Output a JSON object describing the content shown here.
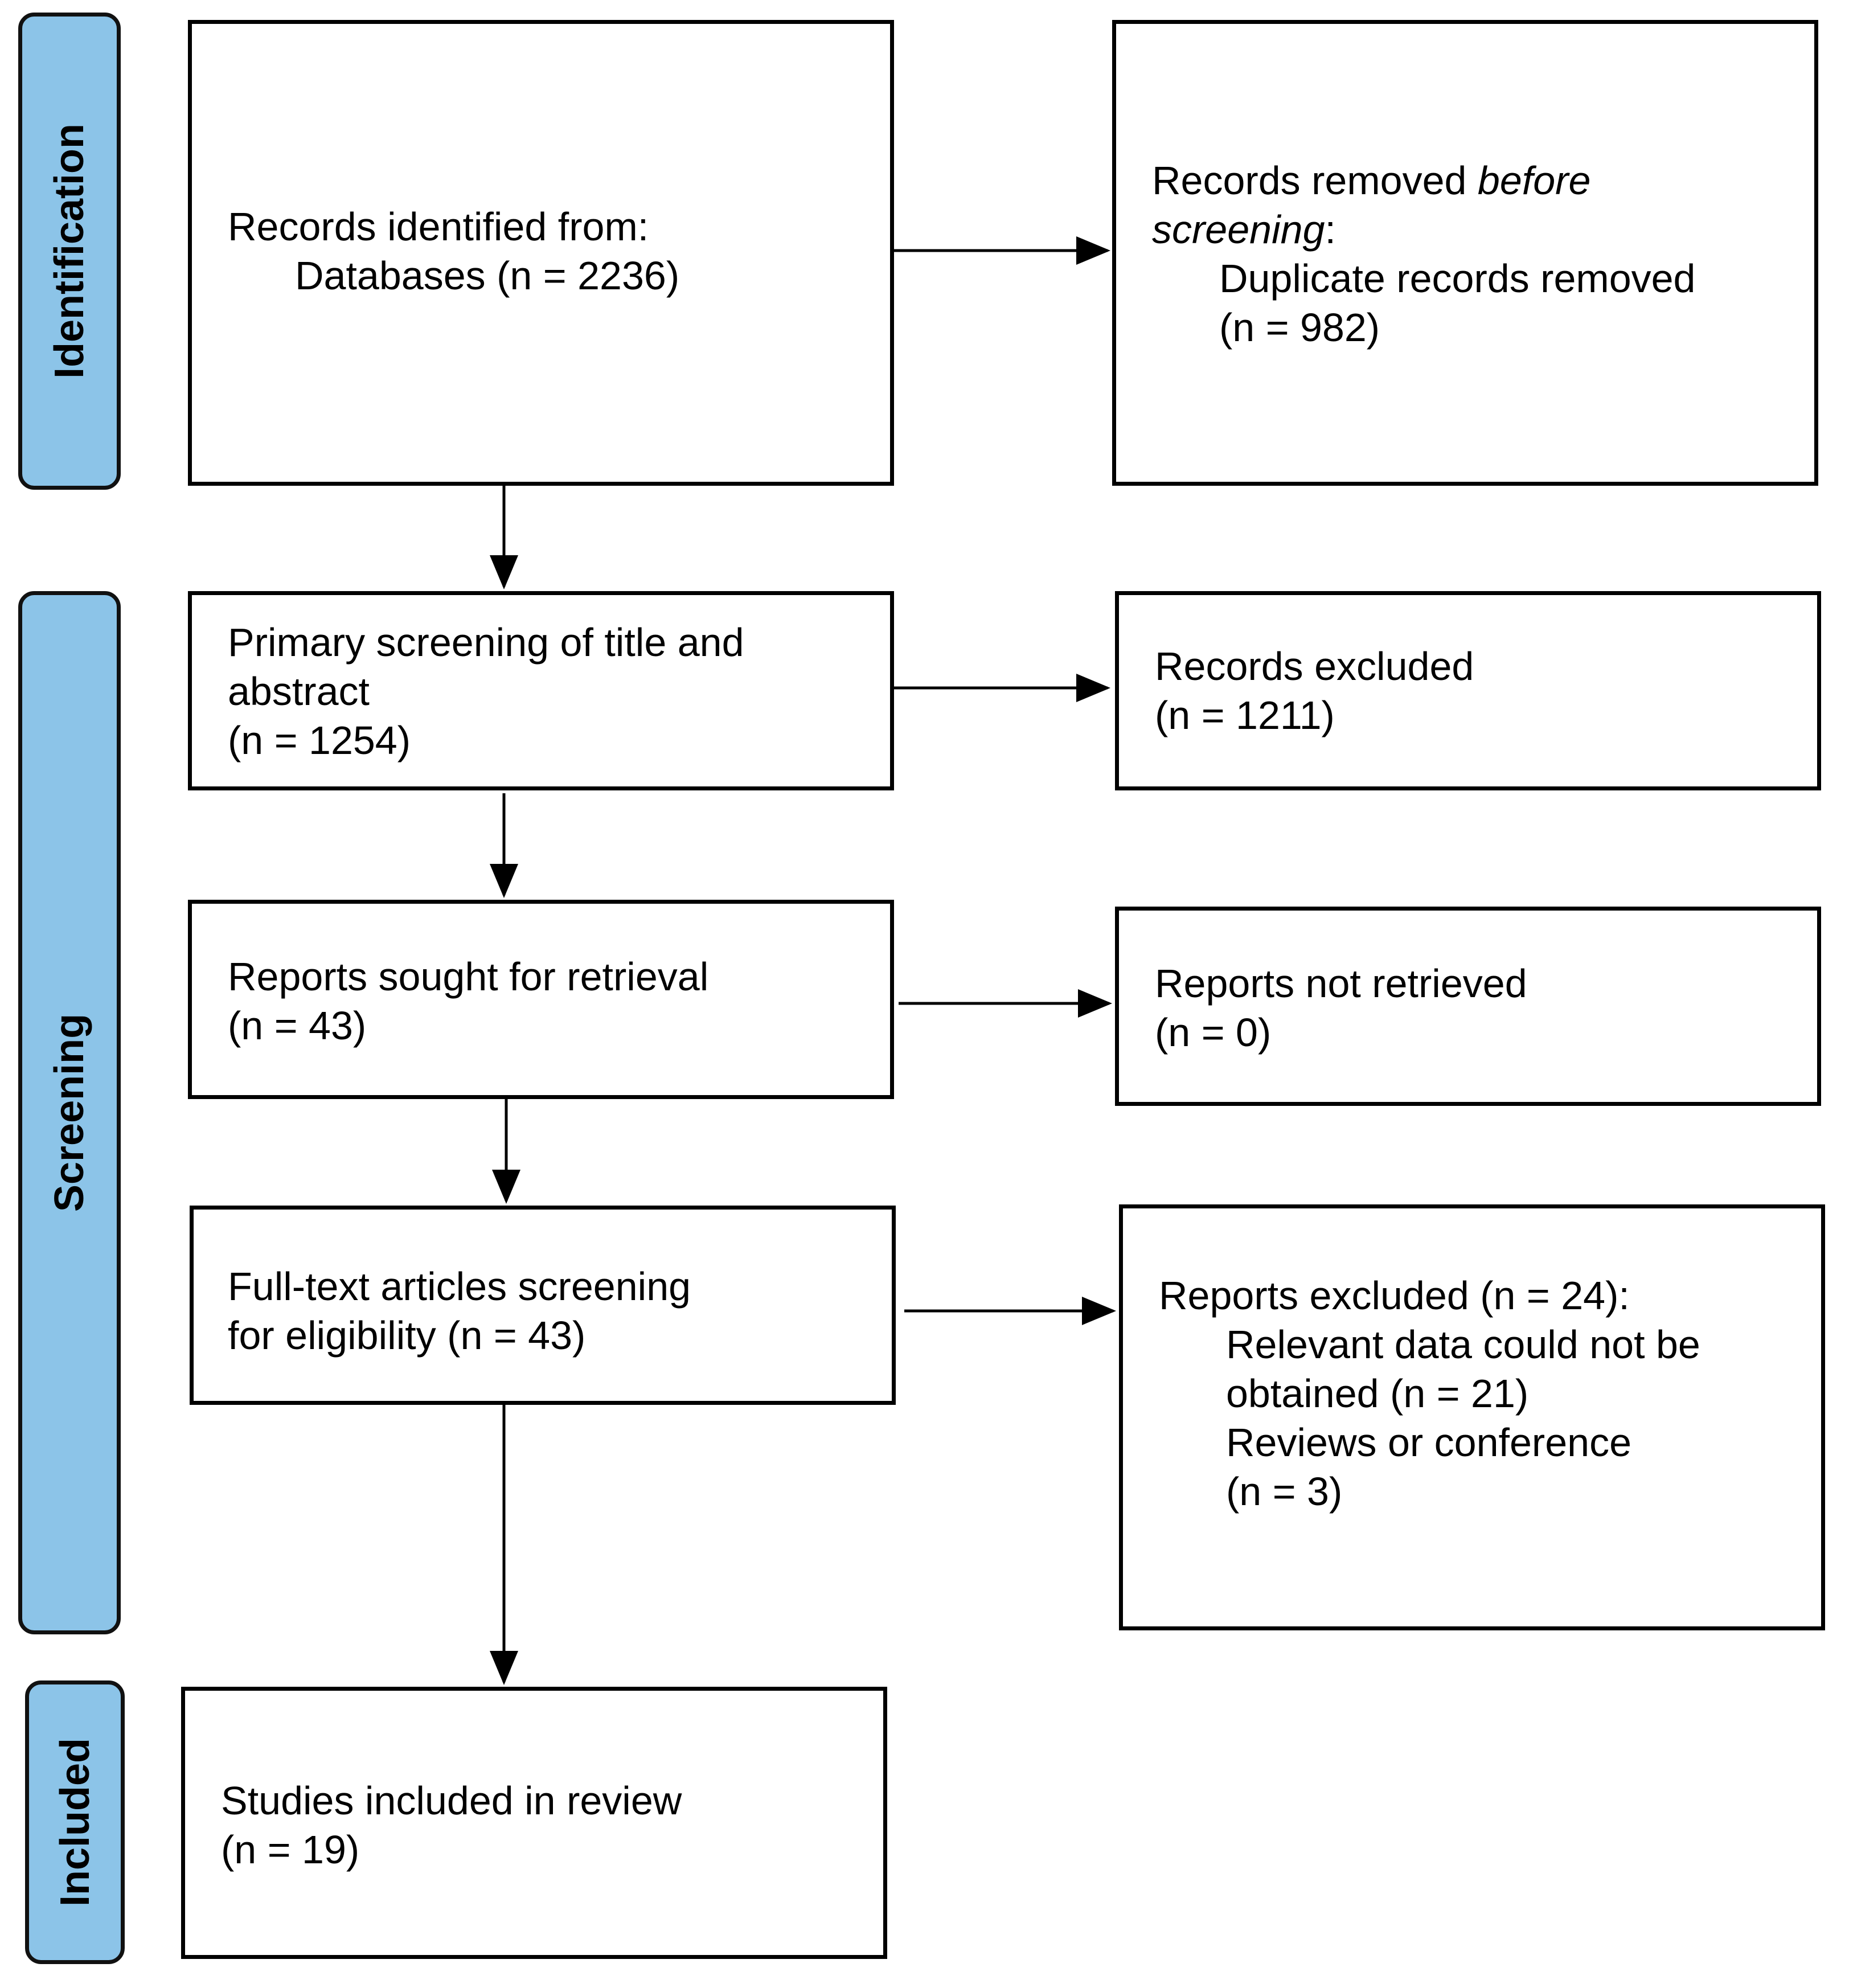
{
  "phases": {
    "identification": "Identification",
    "screening": "Screening",
    "included": "Included"
  },
  "boxes": {
    "records_identified": {
      "heading": "Records identified from:",
      "line": "Databases (n = 2236)"
    },
    "records_removed": {
      "line1_a": "Records removed ",
      "line1_b": "before",
      "line2_a": "screening",
      "line2_b": ":",
      "line3": "Duplicate records removed",
      "line4": "(n = 982)"
    },
    "primary_screening": {
      "line1": "Primary screening of title and",
      "line2": "abstract",
      "line3": "(n = 1254)"
    },
    "records_excluded": {
      "line1": "Records excluded",
      "line2": "(n = 1211)"
    },
    "reports_sought": {
      "line1": "Reports sought for retrieval",
      "line2": "(n = 43)"
    },
    "reports_not_retrieved": {
      "line1": "Reports not retrieved",
      "line2": "(n = 0)"
    },
    "full_text": {
      "line1": "Full-text articles screening",
      "line2": "for eligibility (n = 43)"
    },
    "reports_excluded": {
      "line1": "Reports excluded (n = 24):",
      "line2": "Relevant data could not be",
      "line3": "obtained (n = 21)",
      "line4": "Reviews or conference",
      "line5": "(n = 3)"
    },
    "studies_included": {
      "line1": "Studies included in review",
      "line2": "(n = 19)"
    }
  },
  "colors": {
    "phase_fill": "#8cc4e8",
    "border": "#000000"
  }
}
